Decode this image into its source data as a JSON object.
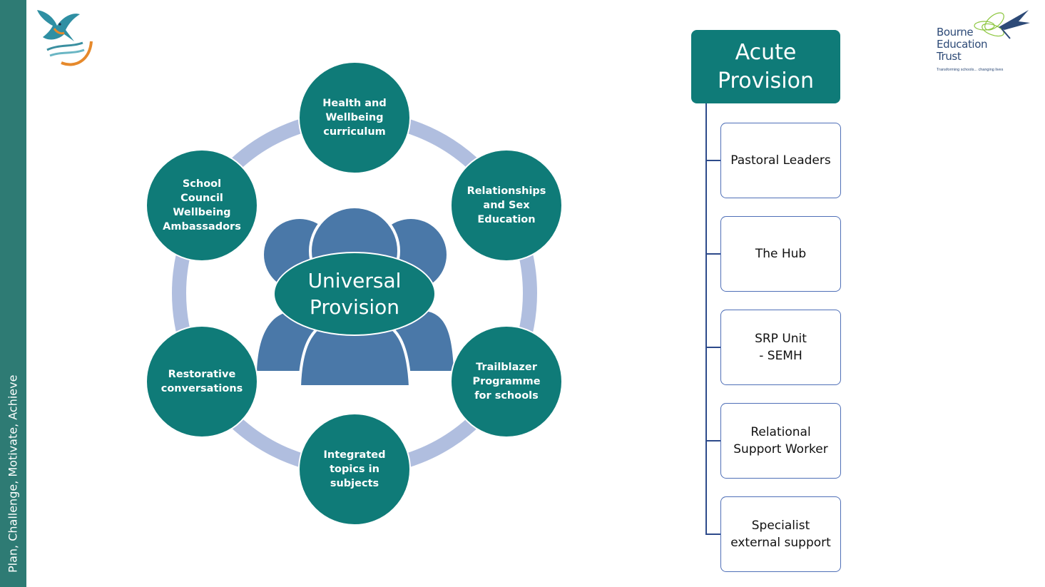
{
  "sidebar": {
    "text": "Plan, Challenge, Motivate, Achieve"
  },
  "logos": {
    "left": {
      "icon": "kingfisher-logo-icon"
    },
    "right": {
      "icon": "dragonfly-logo-icon",
      "name": "Bourne\nEducation\nTrust",
      "tagline": "Transforming schools... changing lives"
    }
  },
  "universal": {
    "center": "Universal\nProvision",
    "nodes": [
      "Health and\nWellbeing\ncurriculum",
      "Relationships\nand Sex\nEducation",
      "Trailblazer\nProgramme\nfor schools",
      "Integrated\ntopics in\nsubjects",
      "Restorative\nconversations",
      "School Council\nWellbeing\nAmbassadors"
    ]
  },
  "acute": {
    "title": "Acute\nProvision",
    "items": [
      "Pastoral Leaders",
      "The Hub",
      "SRP Unit\n- SEMH",
      "Relational\nSupport Worker",
      "Specialist\nexternal  support"
    ]
  },
  "colors": {
    "teal": "#0f7b78",
    "sidebar": "#2e7b74",
    "ring": "#b0bedf",
    "people": "#4a78a8",
    "outline": "#4f6fb7",
    "navy": "#2d4a77"
  }
}
